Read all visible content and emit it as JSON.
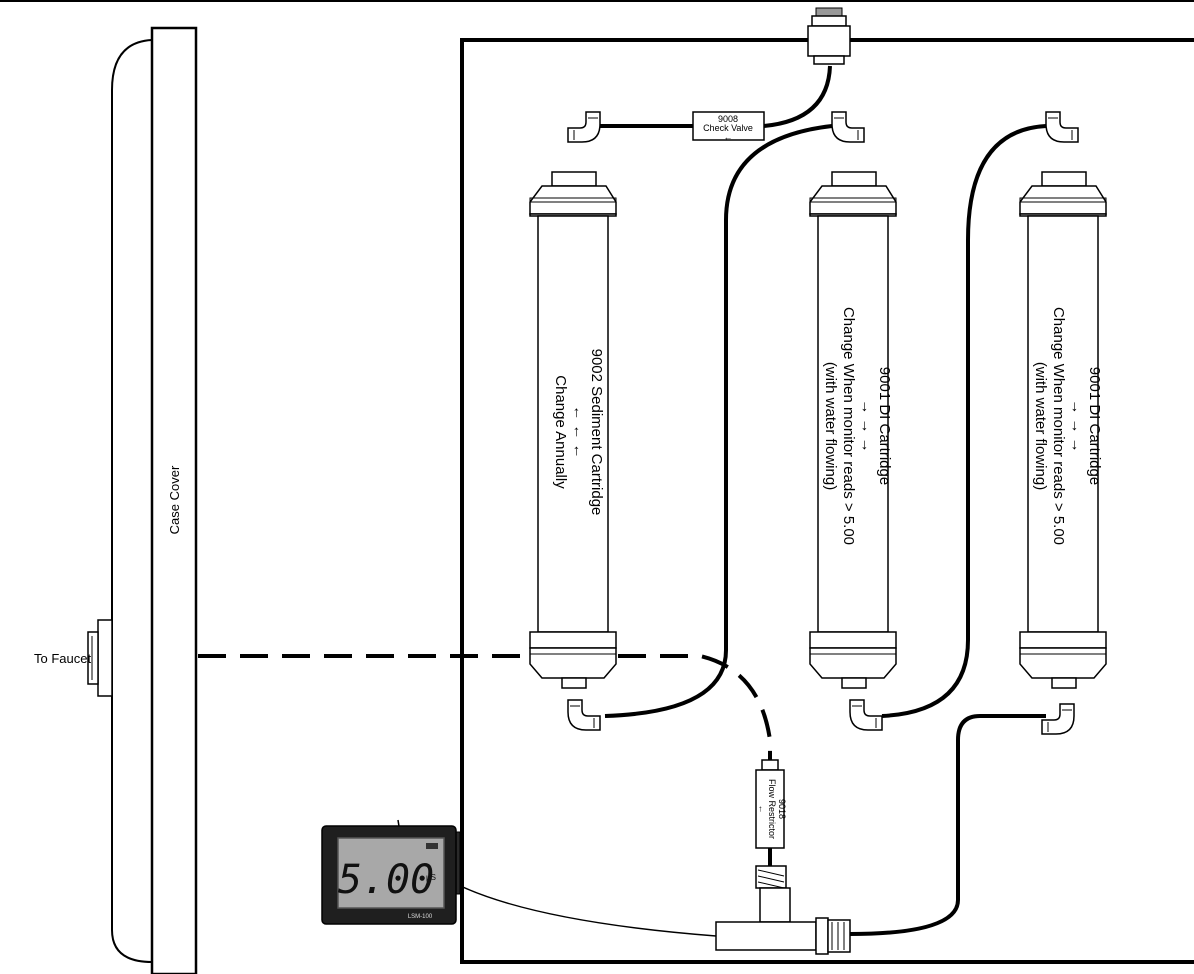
{
  "labels": {
    "case_cover": "Case Cover",
    "to_faucet": "To Faucet",
    "check_valve_part": "9008",
    "check_valve_name": "Check Valve",
    "check_valve_arrow": "←",
    "flow_restrictor_part": "9018",
    "flow_restrictor_name": "Flow Restrictor",
    "flow_restrictor_arrow": "←",
    "sediment_title": "9002 Sediment Cartridge",
    "sediment_arrows": "← ← ←",
    "sediment_note": "Change Annually",
    "di1_title": "9001 DI Cartridge",
    "di1_arrows": "→ → →",
    "di1_note1": "Change When monitor reads > 5.00",
    "di1_note2": "(with water flowing)",
    "di2_title": "9001 DI Cartridge",
    "di2_arrows": "→ → →",
    "di2_note1": "Change When monitor reads > 5.00",
    "di2_note2": "(with water flowing)"
  },
  "monitor": {
    "reading": "5.00",
    "unit": "µS",
    "model": "LSM-100"
  }
}
